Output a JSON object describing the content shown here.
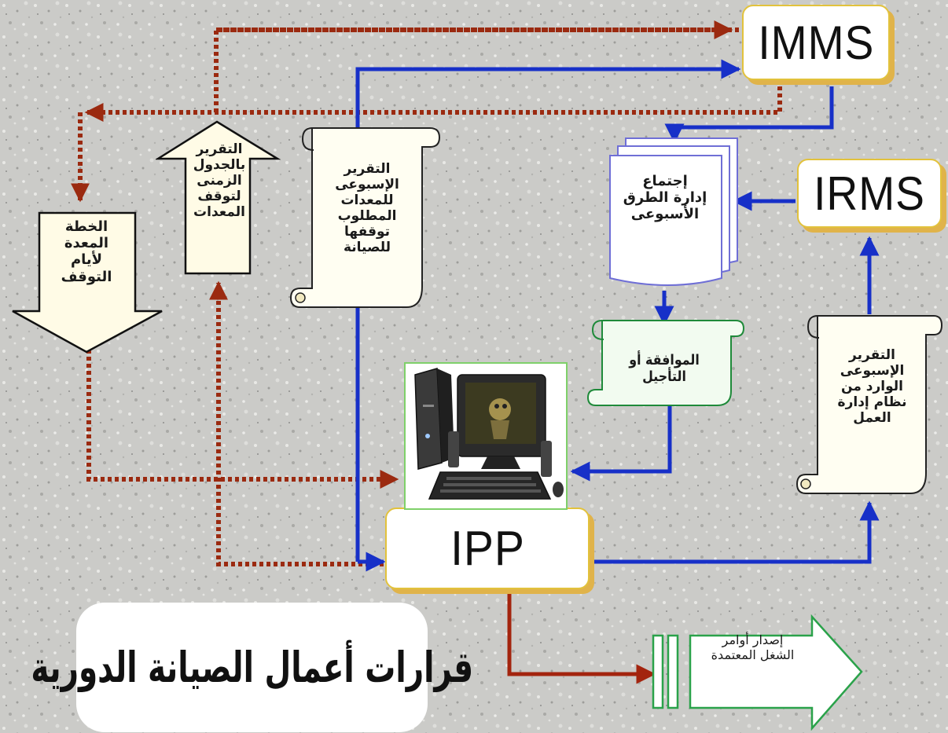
{
  "nodes": {
    "imms": "IMMS",
    "irms": "IRMS",
    "ipp": "IPP"
  },
  "scrolls": {
    "weekly_equipment_report": "التقرير\nالإسبوعى\nللمعدات\nالمطلوب\nتوقفها\nللصيانة",
    "approval_or_postpone": "الموافقة أو التأجيل",
    "weekly_report_from_work_management": "التقرير\nالإسبوعى\nالوارد من\nنظام إدارة\nالعمل"
  },
  "documents": {
    "weekly_roads_meeting": "إجتماع\nإدارة الطرق\nالأسبوعى"
  },
  "arrows": {
    "downtime_schedule_report": "التقرير\nبالجدول\nالزمنى\nلتوقف\nالمعدات",
    "downtime_plan": "الخطة\nالمعدة\nلأيام\nالتوقف",
    "issue_work_orders": "إصدار أوامر\nالشغل المعتمدة"
  },
  "title": "قرارات أعمال الصيانة الدورية",
  "colors": {
    "blue_flow": "#1730c8",
    "dotted_flow": "#9b2a10",
    "dark_red_flow": "#a3240e",
    "box_border": "#e2c23c",
    "box_shadow": "#e0b34a",
    "arrow_fill": "#fffbe6",
    "scroll_fill": "#fffef2",
    "green_scroll_fill": "#f2fbf0"
  },
  "icons": {
    "computer": "desktop-computer-icon"
  }
}
